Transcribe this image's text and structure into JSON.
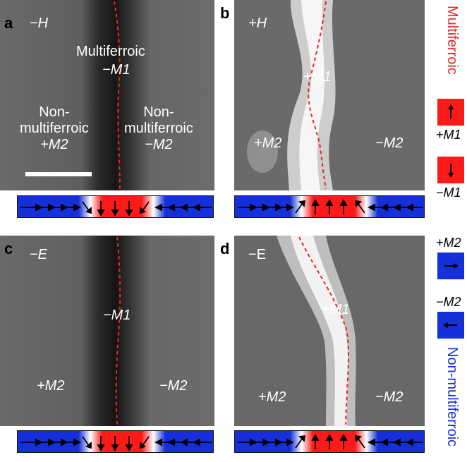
{
  "panels": {
    "a": {
      "label": "a",
      "field": "−H",
      "center_title": "Multiferroic",
      "center_sub": "−M1",
      "left_title_1": "Non-",
      "left_title_2": "multiferroic",
      "left_sub": "+M2",
      "right_title_1": "Non-",
      "right_title_2": "multiferroic",
      "right_sub": "−M2"
    },
    "b": {
      "label": "b",
      "field": "+H",
      "center_sub": "+M1",
      "left_sub": "+M2",
      "right_sub": "−M2"
    },
    "c": {
      "label": "c",
      "field": "−E",
      "center_sub": "−M1",
      "left_sub": "+M2",
      "right_sub": "−M2"
    },
    "d": {
      "label": "d",
      "field": "−E",
      "center_sub": "+M1",
      "left_sub": "+M2",
      "right_sub": "−M2"
    }
  },
  "legend": {
    "multiferroic": "Multiferroic",
    "non_multiferroic": "Non-multiferroic",
    "plus_m1": "+M1",
    "minus_m1": "−M1",
    "plus_m2": "+M2",
    "minus_m2": "−M2"
  },
  "colors": {
    "multiferroic_red": "#ff1a1a",
    "non_multiferroic_blue": "#1530d8",
    "dashed_line": "#e8262b"
  }
}
